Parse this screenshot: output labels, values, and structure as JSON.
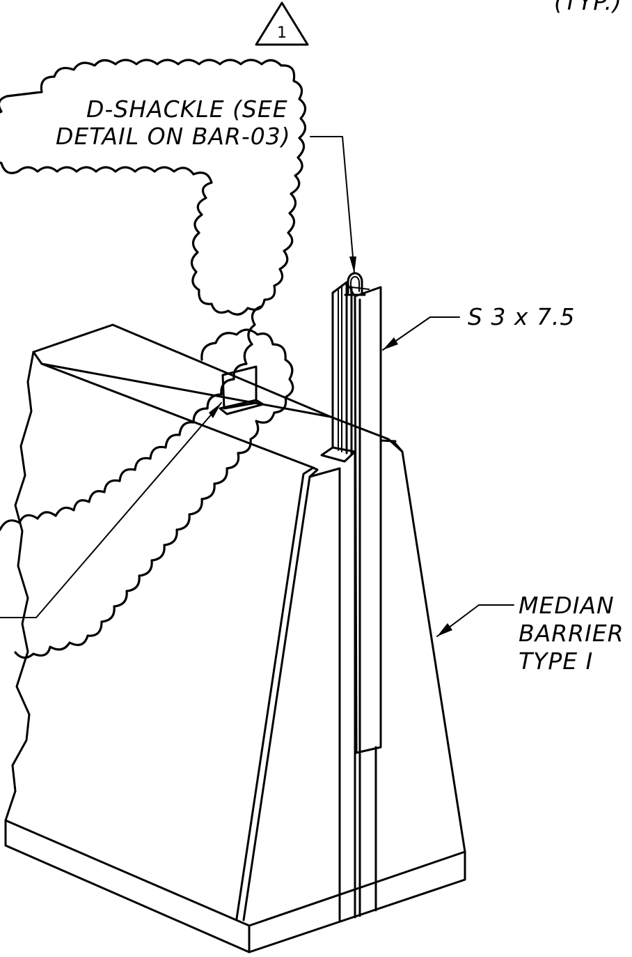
{
  "revision_marker": {
    "number": "1"
  },
  "notes": {
    "top_right_fragment": "(TYP.)",
    "shackle_line1": "D-SHACKLE (SEE",
    "shackle_line2": "DETAIL ON BAR-03)",
    "post_size": "S 3 x 7.5",
    "barrier_line1": "MEDIAN",
    "barrier_line2": "BARRIER",
    "barrier_line3": "TYPE I"
  }
}
